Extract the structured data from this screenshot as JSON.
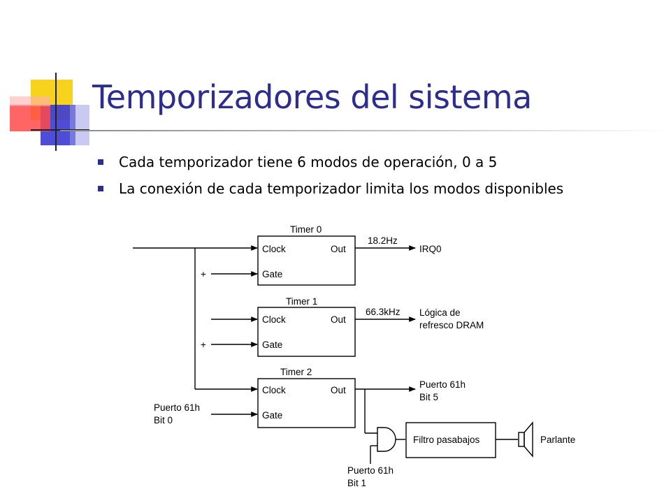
{
  "slide": {
    "title": "Temporizadores del sistema",
    "bullets": [
      "Cada temporizador tiene 6 modos de operación, 0 a 5",
      "La conexión de cada temporizador limita los modos disponibles"
    ],
    "colors": {
      "title": "#2d2d8f",
      "bullet": "#2d2d8f",
      "deco_yellow": "#f7d31e",
      "deco_blue": "#3a3ad4",
      "deco_red": "#ff4a4a"
    }
  },
  "diagram": {
    "timers": [
      {
        "name": "Timer 0",
        "clock": "Clock",
        "gate": "Gate",
        "out": "Out",
        "freq": "18.2Hz",
        "gate_sign": "+",
        "dest_line1": "IRQ0",
        "dest_line2": ""
      },
      {
        "name": "Timer 1",
        "clock": "Clock",
        "gate": "Gate",
        "out": "Out",
        "freq": "66.3kHz",
        "gate_sign": "+",
        "dest_line1": "Lógica de",
        "dest_line2": "refresco DRAM"
      },
      {
        "name": "Timer 2",
        "clock": "Clock",
        "gate": "Gate",
        "out": "Out",
        "freq": "",
        "gate_sign": "",
        "dest_line1": "Puerto 61h",
        "dest_line2": "Bit 5"
      }
    ],
    "timer2_gate_source": {
      "line1": "Puerto 61h",
      "line2": "Bit 0"
    },
    "and_gate_input": {
      "line1": "Puerto 61h",
      "line2": "Bit 1"
    },
    "filter_label": "Filtro pasabajos",
    "speaker_label": "Parlante"
  }
}
